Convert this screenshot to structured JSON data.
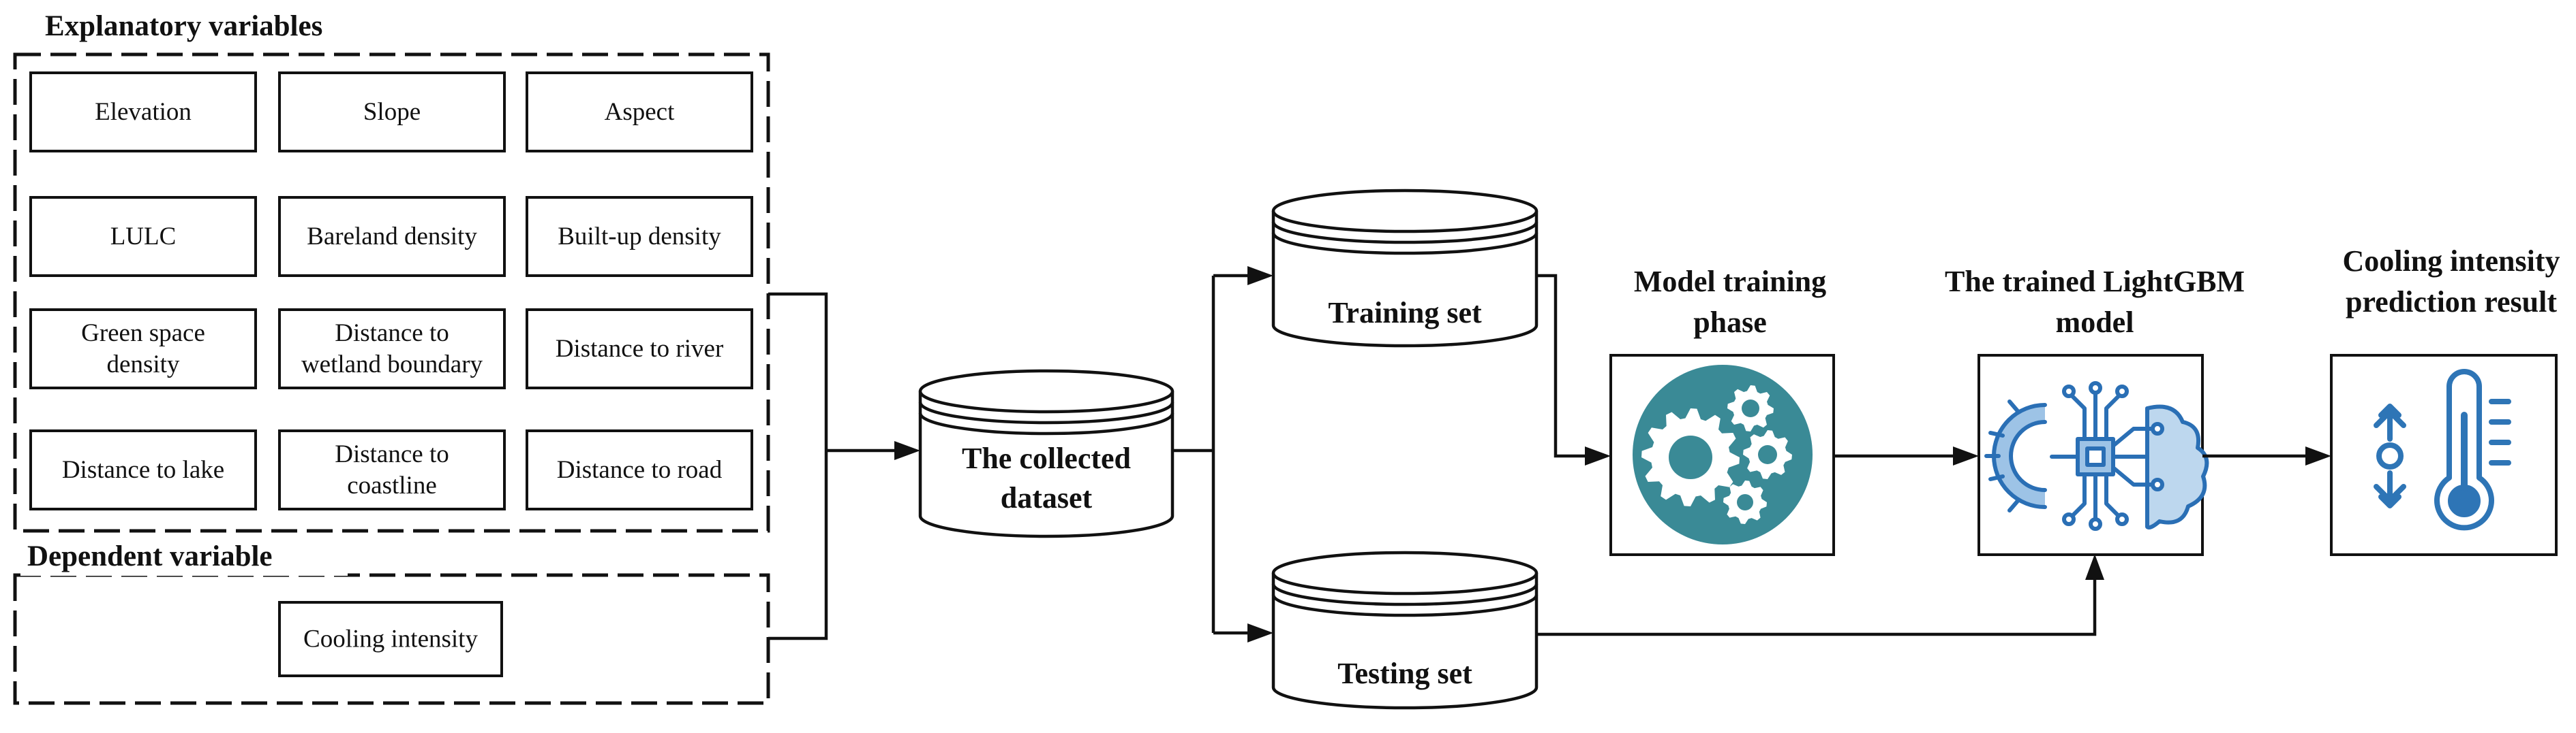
{
  "explanatory": {
    "title": "Explanatory variables",
    "rows": [
      [
        {
          "lines": [
            "Elevation"
          ]
        },
        {
          "lines": [
            "Slope"
          ]
        },
        {
          "lines": [
            "Aspect"
          ]
        }
      ],
      [
        {
          "lines": [
            "LULC"
          ]
        },
        {
          "lines": [
            "Bareland density"
          ]
        },
        {
          "lines": [
            "Built-up density"
          ]
        }
      ],
      [
        {
          "lines": [
            "Green space",
            "density"
          ]
        },
        {
          "lines": [
            "Distance to",
            "wetland boundary"
          ]
        },
        {
          "lines": [
            "Distance to river"
          ]
        }
      ],
      [
        {
          "lines": [
            "Distance to lake"
          ]
        },
        {
          "lines": [
            "Distance to",
            "coastline"
          ]
        },
        {
          "lines": [
            "Distance to road"
          ]
        }
      ]
    ]
  },
  "dependent": {
    "title": "Dependent variable",
    "box": {
      "lines": [
        "Cooling intensity"
      ]
    }
  },
  "dataset": {
    "lines": [
      "The collected",
      "dataset"
    ]
  },
  "training": {
    "label": "Training set"
  },
  "testing": {
    "label": "Testing set"
  },
  "model_training": {
    "lines": [
      "Model training",
      "phase"
    ],
    "icon": "gears-icon",
    "color": "#3a8a96"
  },
  "trained_model": {
    "lines": [
      "The trained LightGBM",
      "model"
    ],
    "icon": "ai-brain-chip-icon",
    "color": "#5b9bd5"
  },
  "result": {
    "lines": [
      "Cooling intensity",
      "prediction result"
    ],
    "icon": "thermometer-icon",
    "color": "#2e75b6"
  }
}
